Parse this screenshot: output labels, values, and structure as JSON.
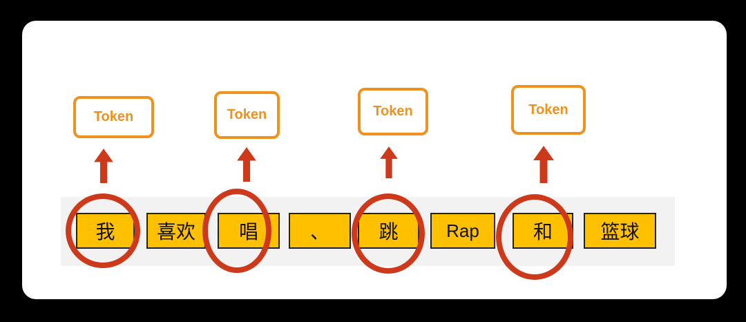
{
  "colors": {
    "background": "#000000",
    "card": "#ffffff",
    "strip": "#f2f2f2",
    "token_box_orange": "#f0911e",
    "highlight_red": "#cc3a1b",
    "word_box_yellow": "#ffc000"
  },
  "token_boxes": [
    "Token",
    "Token",
    "Token",
    "Token"
  ],
  "sentence_tokens": [
    {
      "text": "我",
      "circled": true
    },
    {
      "text": "喜欢",
      "circled": false
    },
    {
      "text": "唱",
      "circled": true
    },
    {
      "text": "、",
      "circled": false
    },
    {
      "text": "跳",
      "circled": true
    },
    {
      "text": "Rap",
      "circled": false
    },
    {
      "text": "和",
      "circled": true
    },
    {
      "text": "篮球",
      "circled": false
    }
  ]
}
